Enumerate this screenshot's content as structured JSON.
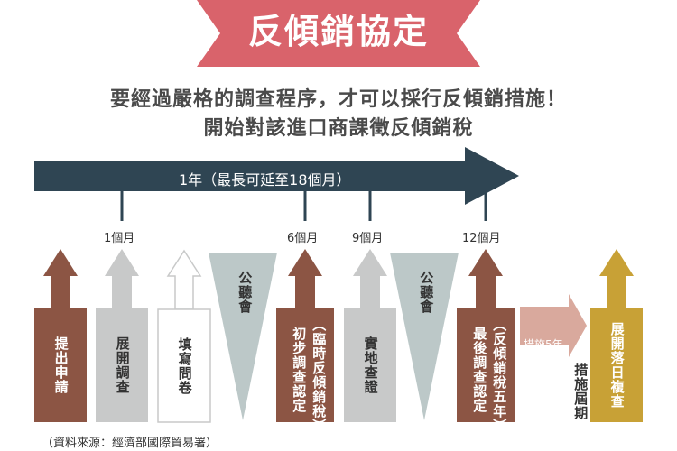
{
  "header": {
    "title": "反傾銷協定",
    "subtitle_line1": "要經過嚴格的調查程序，才可以採行反傾銷措施！",
    "subtitle_line2": "開始對該進口商課徵反傾銷稅"
  },
  "timeline": {
    "label": "1年（最長可延至18個月）",
    "ticks": [
      "1個月",
      "6個月",
      "9個月",
      "12個月"
    ]
  },
  "steps": [
    {
      "label": "提出申請"
    },
    {
      "label": "展開調查"
    },
    {
      "label": "填寫問卷"
    },
    {
      "label": "公聽會"
    },
    {
      "label": "初步調查認定",
      "note": "（臨時反傾銷稅）"
    },
    {
      "label": "實地查證"
    },
    {
      "label": "公聽會"
    },
    {
      "label": "最後調查認定",
      "note": "（反傾銷稅五年）"
    },
    {
      "label": "展開落日複查"
    }
  ],
  "measure": {
    "arrow_label": "措施5年",
    "period_label": "措施屆期"
  },
  "source": "（資料來源：經濟部國際貿易署）",
  "colors": {
    "banner": "#d9636b",
    "timeline": "#2f4553",
    "brown": "#8c5544",
    "gray": "#c8c9c9",
    "teal_gray": "#bcc8c8",
    "pink": "#d9a99d",
    "gold": "#c8a136"
  }
}
